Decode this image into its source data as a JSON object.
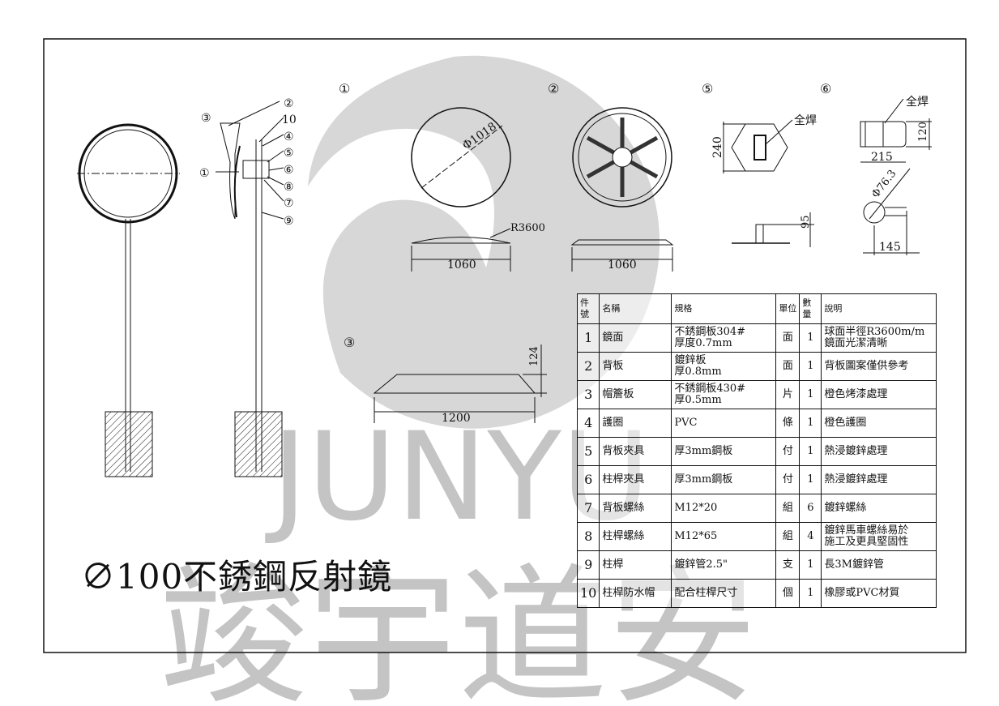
{
  "title": "∅100不銹鋼反射鏡",
  "watermark": {
    "latin": "JUNYU",
    "chinese": "竣宇道安"
  },
  "callouts": {
    "c1": "①",
    "c2": "②",
    "c3": "③",
    "c4": "④",
    "c5": "⑤",
    "c6": "⑥",
    "c7": "⑦",
    "c8": "⑧",
    "c9": "⑨",
    "c10": "10"
  },
  "dimensions": {
    "mirror_dia": "Φ1018",
    "radius": "R3600",
    "mirror_width": "1060",
    "back_width": "1060",
    "hood_width": "1200",
    "hood_height": "124",
    "clamp5_height": "240",
    "clamp5_weld": "全焊",
    "clamp5_side": "95",
    "clamp6_weld": "全焊",
    "clamp6_width": "215",
    "clamp6_height": "120",
    "pipe_dia": "Φ76.3",
    "clamp6_depth": "145"
  },
  "table": {
    "headers": [
      "件號",
      "名稱",
      "規格",
      "單位",
      "數量",
      "說明"
    ],
    "rows": [
      [
        "1",
        "鏡面",
        "不銹鋼板304#\n厚度0.7mm",
        "面",
        "1",
        "球面半徑R3600m/m\n鏡面光潔清晰"
      ],
      [
        "2",
        "背板",
        "鍍鋅板\n厚0.8mm",
        "面",
        "1",
        "背板圖案僅供參考"
      ],
      [
        "3",
        "帽簷板",
        "不銹鋼板430#\n厚0.5mm",
        "片",
        "1",
        "橙色烤漆處理"
      ],
      [
        "4",
        "護圈",
        "PVC",
        "條",
        "1",
        "橙色護圈"
      ],
      [
        "5",
        "背板夾具",
        "厚3mm鋼板",
        "付",
        "1",
        "熱浸鍍鋅處理"
      ],
      [
        "6",
        "柱桿夾具",
        "厚3mm鋼板",
        "付",
        "1",
        "熱浸鍍鋅處理"
      ],
      [
        "7",
        "背板螺絲",
        "M12*20",
        "組",
        "6",
        "鍍鋅螺絲"
      ],
      [
        "8",
        "柱桿螺絲",
        "M12*65",
        "組",
        "4",
        "鍍鋅馬車螺絲易於\n施工及更具堅固性"
      ],
      [
        "9",
        "柱桿",
        "鍍鋅管2.5\"",
        "支",
        "1",
        "長3M鍍鋅管"
      ],
      [
        "10",
        "柱桿防水帽",
        "配合柱桿尺寸",
        "個",
        "1",
        "橡膠或PVC材質"
      ]
    ]
  }
}
